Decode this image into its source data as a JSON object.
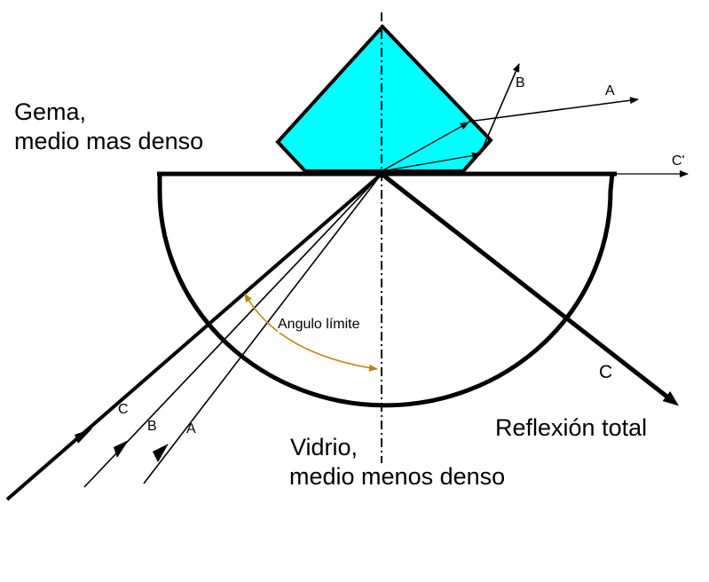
{
  "labels": {
    "gem_line1": "Gema,",
    "gem_line2": "medio mas denso",
    "glass_line1": "Vidrio,",
    "glass_line2": "medio menos denso",
    "critical_angle": "Angulo límite",
    "total_reflection": "Reflexión total",
    "ray_a_in": "A",
    "ray_b_in": "B",
    "ray_c_in": "C",
    "ray_a_out": "A",
    "ray_b_out": "B",
    "ray_c_prime": "C'",
    "ray_c_reflected": "C"
  },
  "colors": {
    "gem": "#00ffff",
    "angle_arrow": "#b8860b",
    "lines": "#000000"
  }
}
